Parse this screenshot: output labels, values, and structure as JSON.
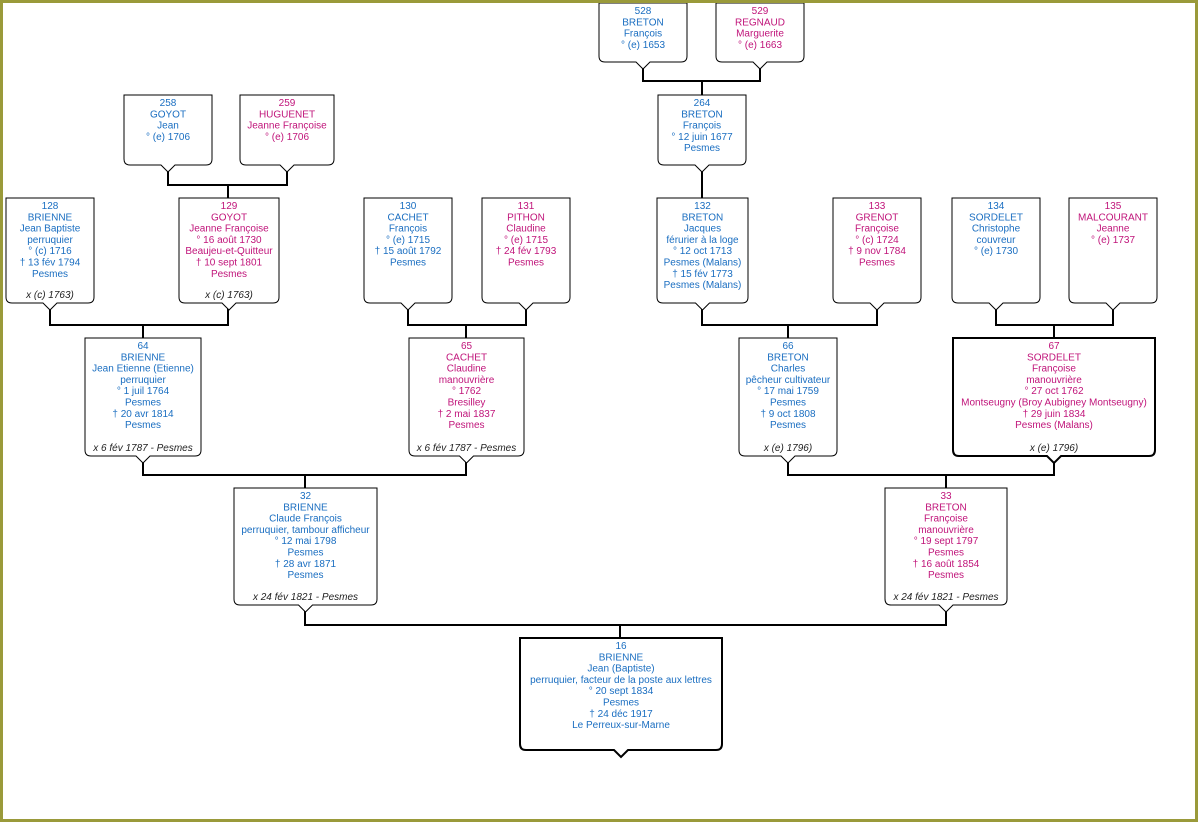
{
  "colors": {
    "male": "#1a6ec1",
    "female": "#c0147a",
    "marriage": "#222222"
  },
  "persons": [
    {
      "id": "p528",
      "num": "528",
      "sex": "m",
      "lines": [
        "BRETON",
        "François",
        "° (e) 1653"
      ]
    },
    {
      "id": "p529",
      "num": "529",
      "sex": "f",
      "lines": [
        "REGNAUD",
        "Marguerite",
        "° (e) 1663"
      ]
    },
    {
      "id": "p258",
      "num": "258",
      "sex": "m",
      "lines": [
        "GOYOT",
        "Jean",
        "° (e) 1706"
      ]
    },
    {
      "id": "p259",
      "num": "259",
      "sex": "f",
      "lines": [
        "HUGUENET",
        "Jeanne Françoise",
        "° (e) 1706"
      ]
    },
    {
      "id": "p264",
      "num": "264",
      "sex": "m",
      "lines": [
        "BRETON",
        "François",
        "° 12 juin 1677",
        "Pesmes"
      ]
    },
    {
      "id": "p128",
      "num": "128",
      "sex": "m",
      "lines": [
        "BRIENNE",
        "Jean Baptiste",
        "perruquier",
        "° (c) 1716",
        "† 13 fév 1794",
        "Pesmes"
      ],
      "marriage": "x (c) 1763)"
    },
    {
      "id": "p129",
      "num": "129",
      "sex": "f",
      "lines": [
        "GOYOT",
        "Jeanne Françoise",
        "° 16 août 1730",
        "Beaujeu-et-Quitteur",
        "† 10 sept 1801",
        "Pesmes"
      ],
      "marriage": "x (c) 1763)"
    },
    {
      "id": "p130",
      "num": "130",
      "sex": "m",
      "lines": [
        "CACHET",
        "François",
        "° (e) 1715",
        "† 15 août 1792",
        "Pesmes"
      ]
    },
    {
      "id": "p131",
      "num": "131",
      "sex": "f",
      "lines": [
        "PITHON",
        "Claudine",
        "° (e) 1715",
        "† 24 fév 1793",
        "Pesmes"
      ]
    },
    {
      "id": "p132",
      "num": "132",
      "sex": "m",
      "lines": [
        "BRETON",
        "Jacques",
        "férurier à la loge",
        "° 12 oct 1713",
        "Pesmes (Malans)",
        "† 15 fév 1773",
        "Pesmes (Malans)"
      ]
    },
    {
      "id": "p133",
      "num": "133",
      "sex": "f",
      "lines": [
        "GRENOT",
        "Françoise",
        "° (c) 1724",
        "† 9 nov 1784",
        "Pesmes"
      ]
    },
    {
      "id": "p134",
      "num": "134",
      "sex": "m",
      "lines": [
        "SORDELET",
        "Christophe",
        "couvreur",
        "° (e) 1730"
      ]
    },
    {
      "id": "p135",
      "num": "135",
      "sex": "f",
      "lines": [
        "MALCOURANT",
        "Jeanne",
        "° (e) 1737"
      ]
    },
    {
      "id": "p64",
      "num": "64",
      "sex": "m",
      "lines": [
        "BRIENNE",
        "Jean Etienne (Etienne)",
        "perruquier",
        "° 1 juil 1764",
        "Pesmes",
        "† 20 avr 1814",
        "Pesmes"
      ],
      "marriage": "x 6 fév 1787 - Pesmes"
    },
    {
      "id": "p65",
      "num": "65",
      "sex": "f",
      "lines": [
        "CACHET",
        "Claudine",
        "manouvrière",
        "° 1762",
        "Bresilley",
        "† 2 mai 1837",
        "Pesmes"
      ],
      "marriage": "x 6 fév 1787 - Pesmes"
    },
    {
      "id": "p66",
      "num": "66",
      "sex": "m",
      "lines": [
        "BRETON",
        "Charles",
        "pêcheur cultivateur",
        "° 17 mai 1759",
        "Pesmes",
        "† 9 oct 1808",
        "Pesmes"
      ],
      "marriage": "x (e) 1796)"
    },
    {
      "id": "p67",
      "num": "67",
      "sex": "f",
      "lines": [
        "SORDELET",
        "Françoise",
        "manouvrière",
        "° 27 oct 1762",
        "Montseugny (Broy Aubigney Montseugny)",
        "† 29 juin 1834",
        "Pesmes (Malans)"
      ],
      "marriage": "x (e) 1796)"
    },
    {
      "id": "p32",
      "num": "32",
      "sex": "m",
      "lines": [
        "BRIENNE",
        "Claude François",
        "perruquier, tambour afficheur",
        "° 12 mai 1798",
        "Pesmes",
        "† 28 avr 1871",
        "Pesmes"
      ],
      "marriage": "x 24 fév 1821 - Pesmes"
    },
    {
      "id": "p33",
      "num": "33",
      "sex": "f",
      "lines": [
        "BRETON",
        "Françoise",
        "manouvrière",
        "° 19 sept 1797",
        "Pesmes",
        "† 16 août 1854",
        "Pesmes"
      ],
      "marriage": "x 24 fév 1821 - Pesmes"
    },
    {
      "id": "p16",
      "num": "16",
      "sex": "m",
      "lines": [
        "BRIENNE",
        "Jean  (Baptiste)",
        "perruquier, facteur de la poste aux lettres",
        "° 20 sept 1834",
        "Pesmes",
        "† 24 déc 1917",
        "Le Perreux-sur-Marne"
      ]
    }
  ]
}
